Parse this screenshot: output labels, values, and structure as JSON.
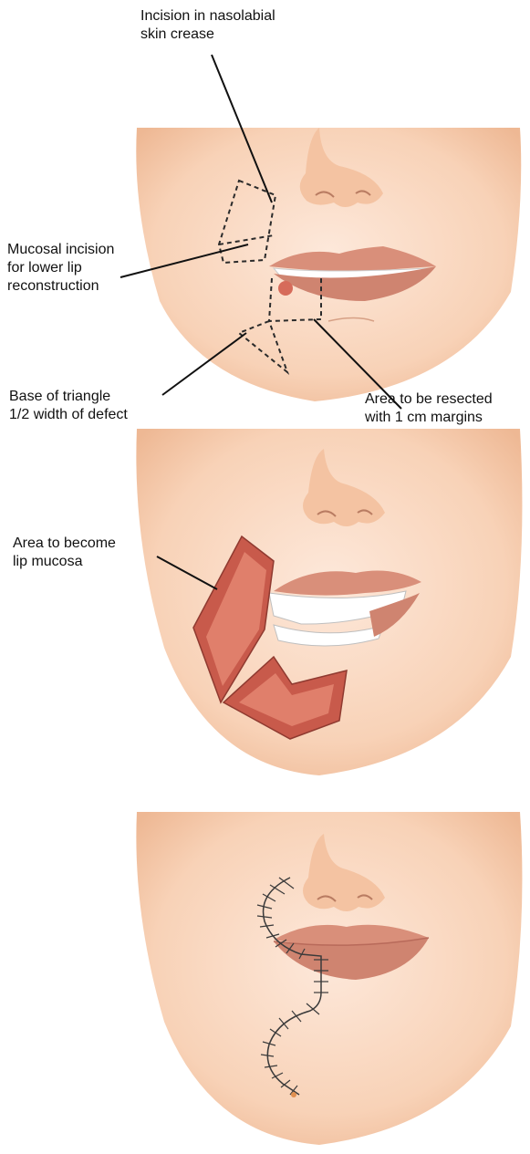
{
  "panel_1": {
    "labels": {
      "incision_nasolabial": "Incision in nasolabial\nskin crease",
      "mucosal_incision": "Mucosal incision\nfor lower lip\nreconstruction",
      "base_triangle": "Base of triangle\n1/2 width of defect",
      "area_resected": "Area to be resected\nwith 1 cm margins"
    }
  },
  "panel_2": {
    "labels": {
      "area_mucosa": "Area to become\nlip mucosa"
    }
  },
  "colors": {
    "skin_light": "#fde8da",
    "skin_mid": "#f6c7a6",
    "skin_shadow": "#eab18f",
    "lip": "#d98f7a",
    "lip_dark": "#b86a5a",
    "flap_red": "#c85a4b",
    "flap_inner": "#e07f6b",
    "teeth": "#ffffff",
    "lesion": "#d66b5a",
    "outline": "#2b2b2b",
    "suture": "#3a3a3a"
  }
}
